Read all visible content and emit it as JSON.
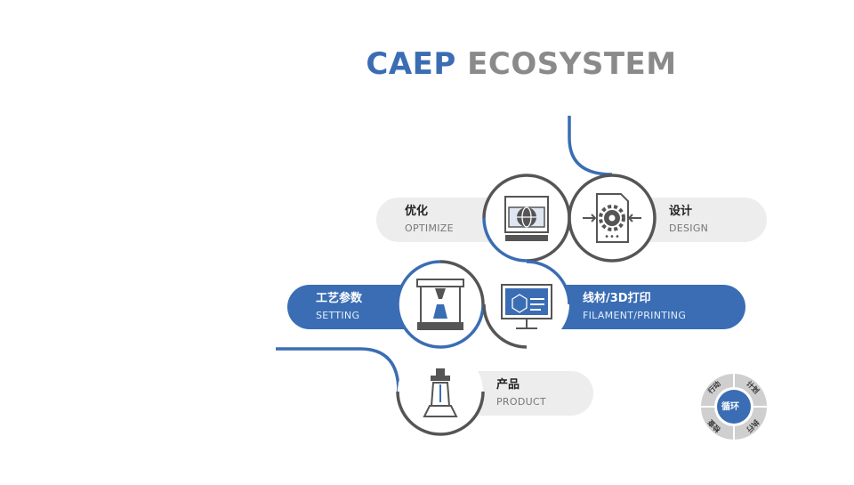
{
  "title": {
    "part1": "CAEP",
    "part2": "ECOSYSTEM"
  },
  "stages": {
    "optimize": {
      "cn": "优化",
      "en": "OPTIMIZE"
    },
    "design": {
      "cn": "设计",
      "en": "DESIGN"
    },
    "setting": {
      "cn": "工艺参数",
      "en": "SETTING"
    },
    "filament": {
      "cn": "线材/3D打印",
      "en": "FILAMENT/PRINTING"
    },
    "product": {
      "cn": "产品",
      "en": "PRODUCT"
    }
  },
  "cycle": {
    "center": "循环",
    "segments": [
      "计划",
      "行动",
      "检查",
      "执行"
    ]
  },
  "icons": [
    "globe-monitor-icon",
    "gear-document-icon",
    "3d-printer-icon",
    "cube-monitor-icon",
    "chess-rook-icon"
  ],
  "colors": {
    "blue": "#3a6db3",
    "gray_pill": "#ededed",
    "ring": "#555555",
    "title_gray": "#8a8a8a"
  }
}
